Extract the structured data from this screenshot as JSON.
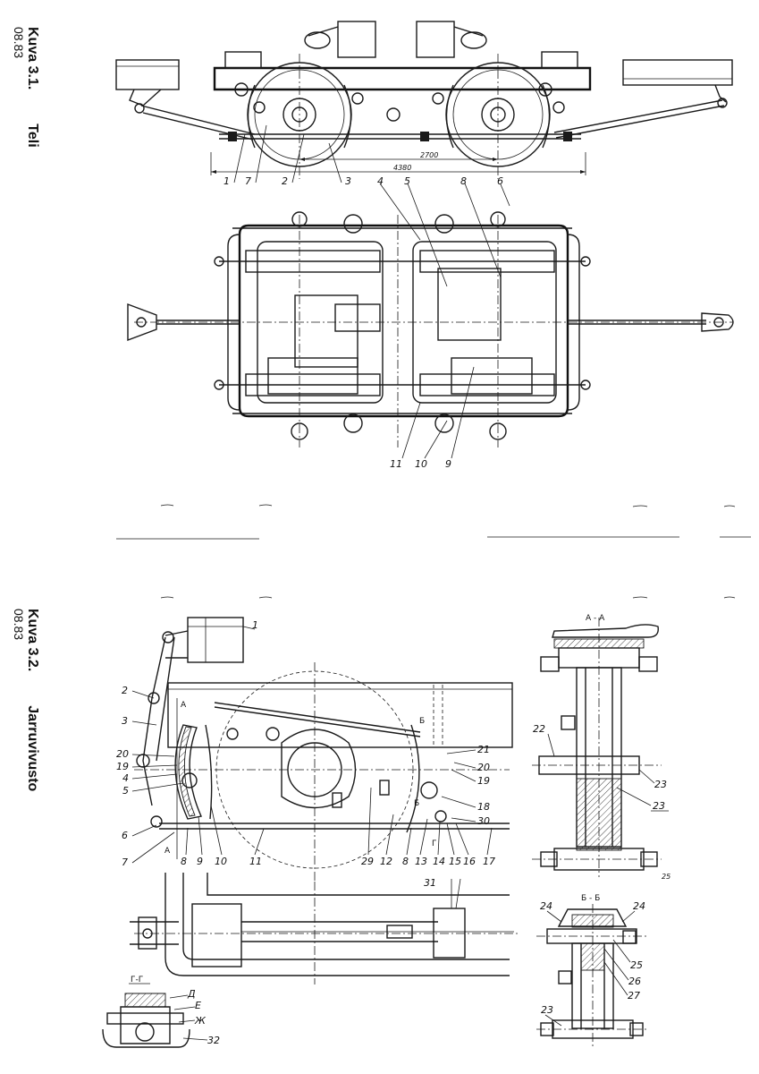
{
  "figures": [
    {
      "caption_number": "Kuva 3.1.",
      "caption_date": "08.83",
      "caption_title": "Teli"
    },
    {
      "caption_number": "Kuva 3.2.",
      "caption_date": "08.83",
      "caption_title": "Jarruvivusto"
    }
  ],
  "fig1": {
    "dimensions": {
      "wheelbase": "2700",
      "overall": "4380"
    },
    "callouts_side": [
      "1",
      "7",
      "2",
      "3",
      "4",
      "5",
      "8",
      "6"
    ],
    "callouts_plan": [
      "11",
      "10",
      "9"
    ]
  },
  "fig2": {
    "section_labels": {
      "aa": "A - A",
      "bb": "Б - Б",
      "gg": "Г-Г",
      "a_left": "A",
      "a_lower": "A",
      "b_upper": "Б",
      "b_lower": "Б",
      "g_mark": "Г"
    },
    "callouts": {
      "c1": "1",
      "c2": "2",
      "c3": "3",
      "c20l": "20",
      "c19l": "19",
      "c4": "4",
      "c5": "5",
      "c6": "6",
      "c7": "7",
      "c8l": "8",
      "c9": "9",
      "c10": "10",
      "c11": "11",
      "c29": "29",
      "c12": "12",
      "c8r": "8",
      "c13": "13",
      "c14": "14",
      "c15": "15",
      "c16": "16",
      "c17": "17",
      "c30": "30",
      "c18": "18",
      "c19r": "19",
      "c20r": "20",
      "c21": "21",
      "c31": "31",
      "c32": "32",
      "c22": "22",
      "c23a": "23",
      "c23b": "23",
      "c25r": "25",
      "c24a": "24",
      "c24b": "24",
      "c25": "25",
      "c26": "26",
      "c27": "27",
      "c23c": "23",
      "d": "Д",
      "e": "Е",
      "zh": "Ж"
    }
  }
}
